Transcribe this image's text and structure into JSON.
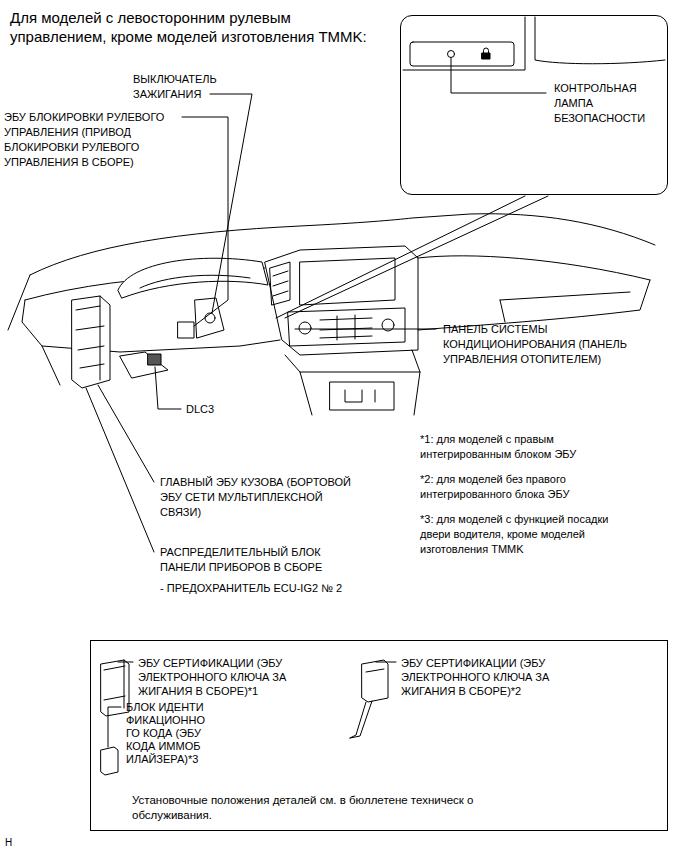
{
  "diagram": {
    "title": "Для моделей с левосторонним рулевым управлением, кроме моделей изготовления TMMK:",
    "nodes": [
      {
        "text": [
          "КОНТРОЛЬНАЯ ЛАМПА БЕЗОПАСНОСТИ"
        ]
      },
      {
        "text": [
          "ЭБУ СЕРТИФИКАЦИИ (ЭБУ ЭЛЕКТРОННОГО КЛЮЧА ЗА ЖИГАНИЯ В СБОРЕ)*1",
          "ЭБУ СЕРТИФИКАЦИИ (ЭБУ ЭЛЕКТРОННОГО КЛЮЧА ЗА ЖИГАНИЯ В СБОРЕ)*2",
          "БЛОК ИДЕНТИ ФИКАЦИОННО ГО КОДА (ЭБУ КОДА ИММОБ ИЛАЙЗЕРА)*3",
          "Установочные положения деталей см. в бюллетене техническ о обслуживания."
        ]
      }
    ],
    "labels": [
      "ВЫКЛЮЧАТЕЛЬ ЗАЖИГАНИЯ",
      "ЭБУ БЛОКИРОВКИ РУЛЕВОГО УПРАВЛЕНИЯ (ПРИВОД БЛОКИРОВКИ РУЛЕВОГО УПРАВЛЕНИЯ В СБОРЕ)",
      "ПАНЕЛЬ СИСТЕМЫ КОНДИЦИОНИРОВАНИЯ (ПАНЕЛЬ УПРАВЛЕНИЯ ОТОПИТЕЛЕМ)",
      "DLC3",
      "*1: для моделей с правым интегрированным блоком ЭБУ",
      "*2: для моделей без правого интегрированного блока ЭБУ",
      "*3: для моделей с функцией посадки двери водителя, кроме моделей изготовления TMMK",
      "ГЛАВНЫЙ ЭБУ КУЗОВА (БОРТОВОЙ ЭБУ СЕТИ МУЛЬТИПЛЕКСНОЙ СВЯЗИ)",
      "РАСПРЕДЕЛИТЕЛЬНЫЙ БЛОК ПАНЕЛИ ПРИБОРОВ В СБОРЕ",
      "- ПРЕДОХРАНИТЕЛЬ ECU-IG2 № 2",
      "H"
    ]
  }
}
